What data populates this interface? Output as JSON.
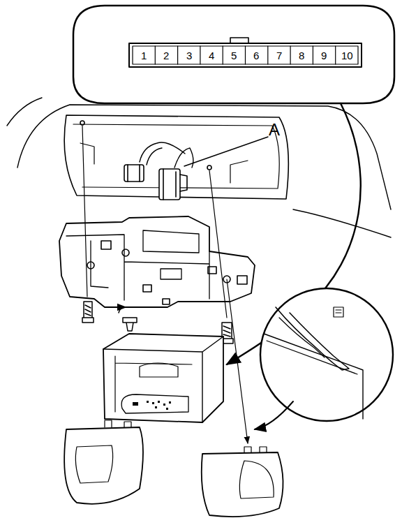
{
  "diagram": {
    "labels": [
      "1",
      "2",
      "3",
      "4",
      "5",
      "6",
      "7",
      "8",
      "9",
      "10",
      "A"
    ]
  }
}
